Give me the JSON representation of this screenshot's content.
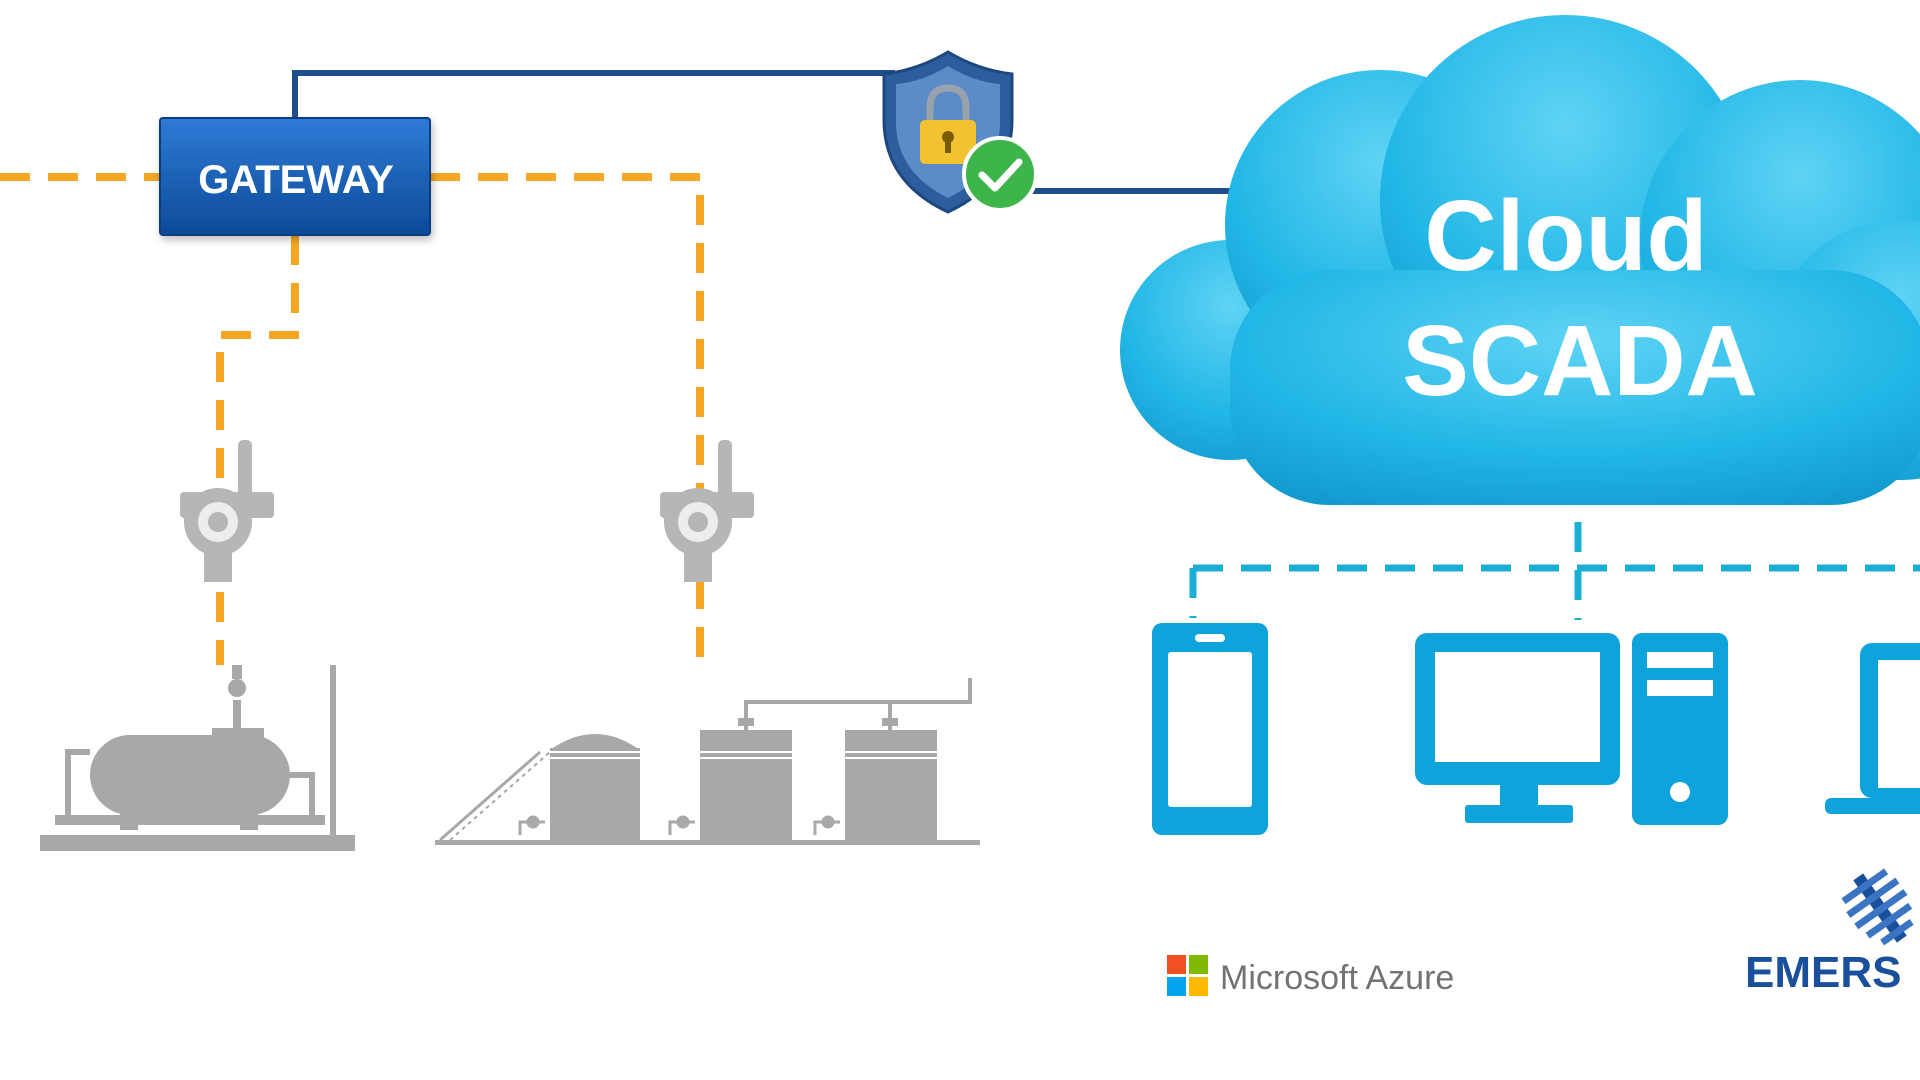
{
  "gateway": {
    "label": "GATEWAY"
  },
  "cloud": {
    "line1": "Cloud",
    "line2": "SCADA"
  },
  "logos": {
    "azure": {
      "text": "Microsoft Azure",
      "colors": [
        "#F25022",
        "#7FBA00",
        "#00A4EF",
        "#FFB900"
      ]
    },
    "emerson": {
      "text": "EMERS"
    }
  },
  "icons": [
    "shield-lock-icon",
    "check-icon",
    "transmitter-icon",
    "horizontal-tank-icon",
    "tank-battery-icon",
    "smartphone-icon",
    "desktop-monitor-icon",
    "pc-tower-icon",
    "laptop-icon"
  ],
  "colors": {
    "field_link": "#F5A623",
    "cloud_link": "#1BAFD6",
    "secure_link": "#1F4E8C",
    "gateway": "#1659B0",
    "cloud": "#22B7E6",
    "device": "#0FA3DC",
    "equipment": "#A8A8A8",
    "shield": "#2C5D9C",
    "lock": "#F2C230",
    "check": "#3DB54A",
    "emerson": "#1A4F9C"
  }
}
